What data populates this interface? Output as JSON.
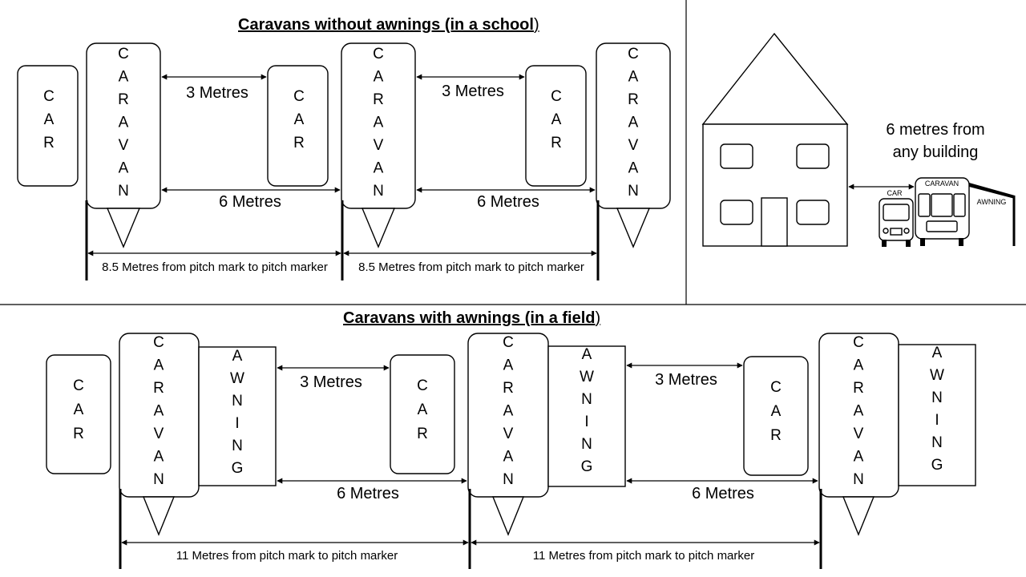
{
  "sections": {
    "school": {
      "title_main": "Caravans without awnings (in a school",
      "title_paren": ")",
      "gap_small": "3 Metres",
      "gap_large": "6 Metres",
      "pitch": "8.5 Metres from pitch mark to pitch marker"
    },
    "field": {
      "title_main": "Caravans with awnings (in a field",
      "title_paren": ")",
      "gap_small": "3 Metres",
      "gap_large": "6 Metres",
      "pitch": "11 Metres from pitch mark to pitch marker"
    },
    "building": {
      "note_line1": "6 metres from",
      "note_line2": "any building",
      "car_label": "CAR",
      "caravan_label": "CARAVAN",
      "awning_label": "AWNING"
    }
  },
  "labels": {
    "car": "CAR",
    "caravan": "CARAVAN",
    "awning": "AWNING"
  }
}
